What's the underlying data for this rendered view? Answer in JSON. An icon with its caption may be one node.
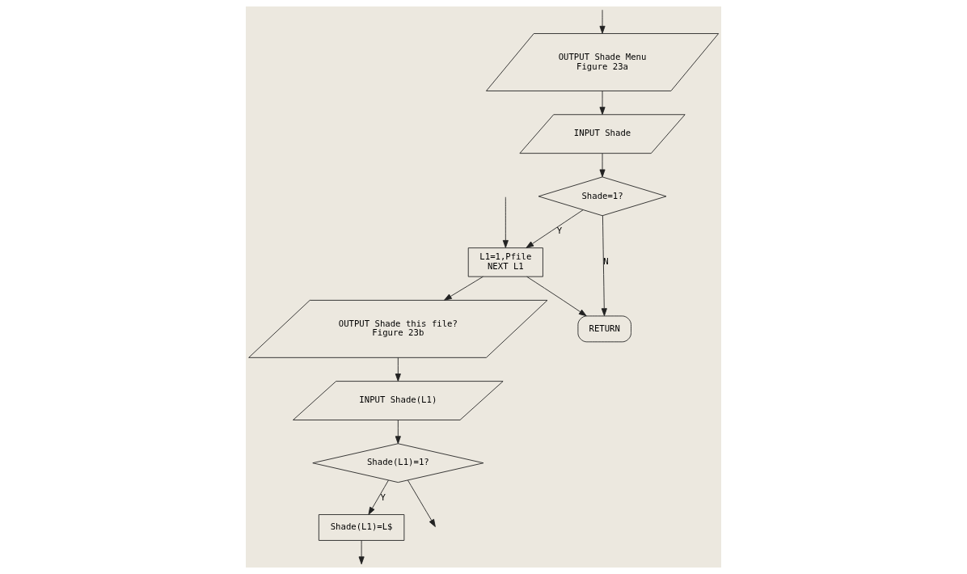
{
  "diagram": {
    "nodes": [
      {
        "text": [
          "OUTPUT Shade Menu",
          "Figure 23a"
        ]
      },
      {
        "text": [
          "INPUT Shade"
        ]
      },
      {
        "text": [
          "Shade=1?"
        ]
      },
      {
        "text": [
          "L1=1,Pfile",
          "NEXT L1"
        ]
      },
      {
        "text": [
          "OUTPUT Shade this file?",
          "Figure 23b"
        ]
      },
      {
        "text": [
          "INPUT Shade(L1)"
        ]
      },
      {
        "text": [
          "Shade(L1)=1?"
        ]
      },
      {
        "text": [
          "Shade(L1)=L$"
        ]
      },
      {
        "text": [
          "RETURN"
        ]
      }
    ],
    "edges": [
      {
        "from": null,
        "to": 0,
        "arrow": "to"
      },
      {
        "from": 0,
        "to": 1,
        "arrow": "to"
      },
      {
        "from": 1,
        "to": 2,
        "arrow": "to"
      },
      {
        "from": 2,
        "to": 3,
        "arrow": "to",
        "label": "Y"
      },
      {
        "from": 3,
        "to": 4,
        "arrow": "to"
      },
      {
        "from": 4,
        "to": 5,
        "arrow": "to"
      },
      {
        "from": 5,
        "to": 6,
        "arrow": "to"
      },
      {
        "from": 6,
        "to": 7,
        "arrow": "to",
        "label": "Y"
      },
      {
        "from": 7,
        "to": null,
        "arrow": "to"
      },
      {
        "from": 6,
        "to": null,
        "arrow": "to"
      },
      {
        "from": null,
        "to": 3,
        "arrow": "to"
      },
      {
        "from": 2,
        "to": 8,
        "arrow": "to",
        "label": "N"
      },
      {
        "from": 3,
        "to": 8,
        "arrow": "to"
      }
    ]
  }
}
